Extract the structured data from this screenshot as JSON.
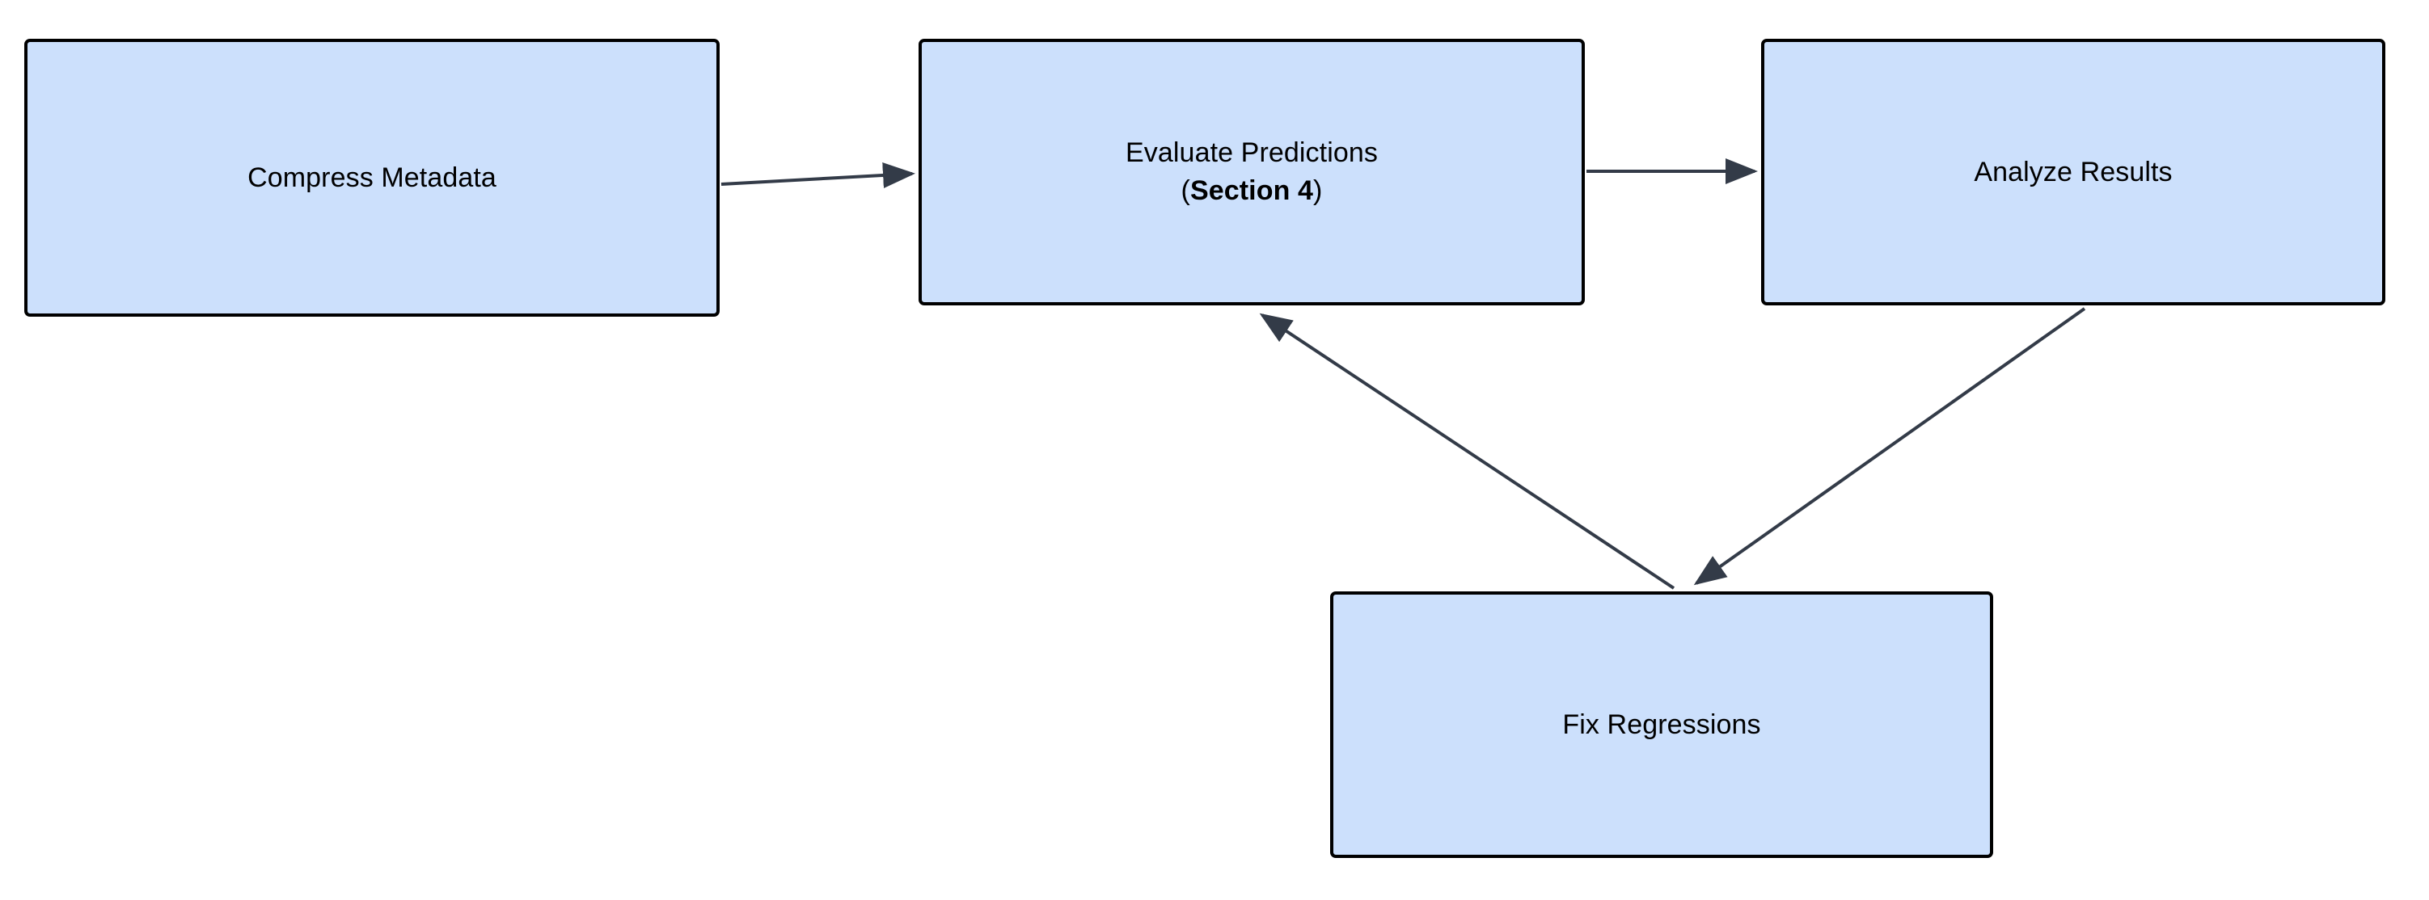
{
  "diagram": {
    "type": "flowchart",
    "orientation": "left-to-right with feedback loop",
    "background_color": "#ffffff",
    "node_fill_color": "#cce0fc",
    "node_border_color": "#000000",
    "edge_color": "#333b48",
    "text_color": "#000000",
    "nodes": [
      {
        "id": "compress-metadata",
        "label": "Compress Metadata",
        "lines": [
          {
            "text": "Compress Metadata",
            "bold": false
          }
        ]
      },
      {
        "id": "evaluate-predictions",
        "label": "Evaluate Predictions (Section 4)",
        "lines": [
          {
            "text": "Evaluate Predictions",
            "bold": false
          },
          {
            "prefix": "(",
            "bold_text": "Section 4",
            "suffix": ")",
            "bold": true
          }
        ]
      },
      {
        "id": "analyze-results",
        "label": "Analyze Results",
        "lines": [
          {
            "text": "Analyze Results",
            "bold": false
          }
        ]
      },
      {
        "id": "fix-regressions",
        "label": "Fix Regressions",
        "lines": [
          {
            "text": "Fix Regressions",
            "bold": false
          }
        ]
      }
    ],
    "edges": [
      {
        "id": "edge-compress-to-evaluate",
        "from": "compress-metadata",
        "to": "evaluate-predictions",
        "label": "",
        "style": "solid",
        "arrowhead": "triangle"
      },
      {
        "id": "edge-evaluate-to-analyze",
        "from": "evaluate-predictions",
        "to": "analyze-results",
        "label": "",
        "style": "solid",
        "arrowhead": "triangle"
      },
      {
        "id": "edge-analyze-to-fix",
        "from": "analyze-results",
        "to": "fix-regressions",
        "label": "",
        "style": "solid",
        "arrowhead": "triangle"
      },
      {
        "id": "edge-fix-to-evaluate",
        "from": "fix-regressions",
        "to": "evaluate-predictions",
        "label": "",
        "style": "solid",
        "arrowhead": "triangle"
      }
    ]
  }
}
